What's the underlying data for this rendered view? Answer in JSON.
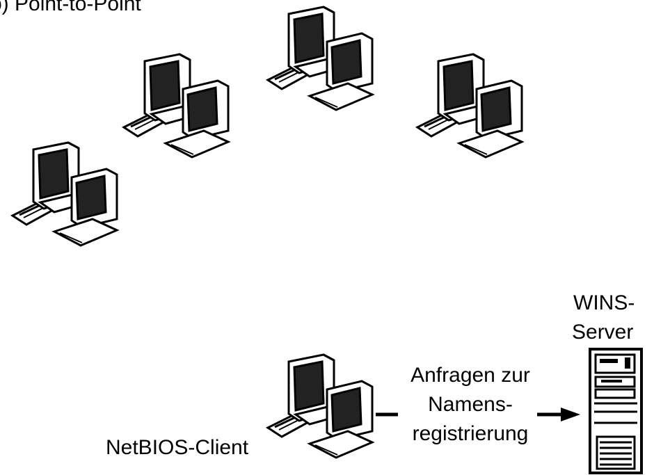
{
  "title": "b) Point-to-Point",
  "server_label_line1": "WINS-",
  "server_label_line2": "Server",
  "client_label": "NetBIOS-Client",
  "request_label_line1": "Anfragen zur",
  "request_label_line2": "Namens-",
  "request_label_line3": "registrierung",
  "icons": [
    "computer-icon",
    "computer-icon",
    "computer-icon",
    "computer-icon",
    "computer-icon",
    "server-tower-icon",
    "arrow-right-icon"
  ]
}
